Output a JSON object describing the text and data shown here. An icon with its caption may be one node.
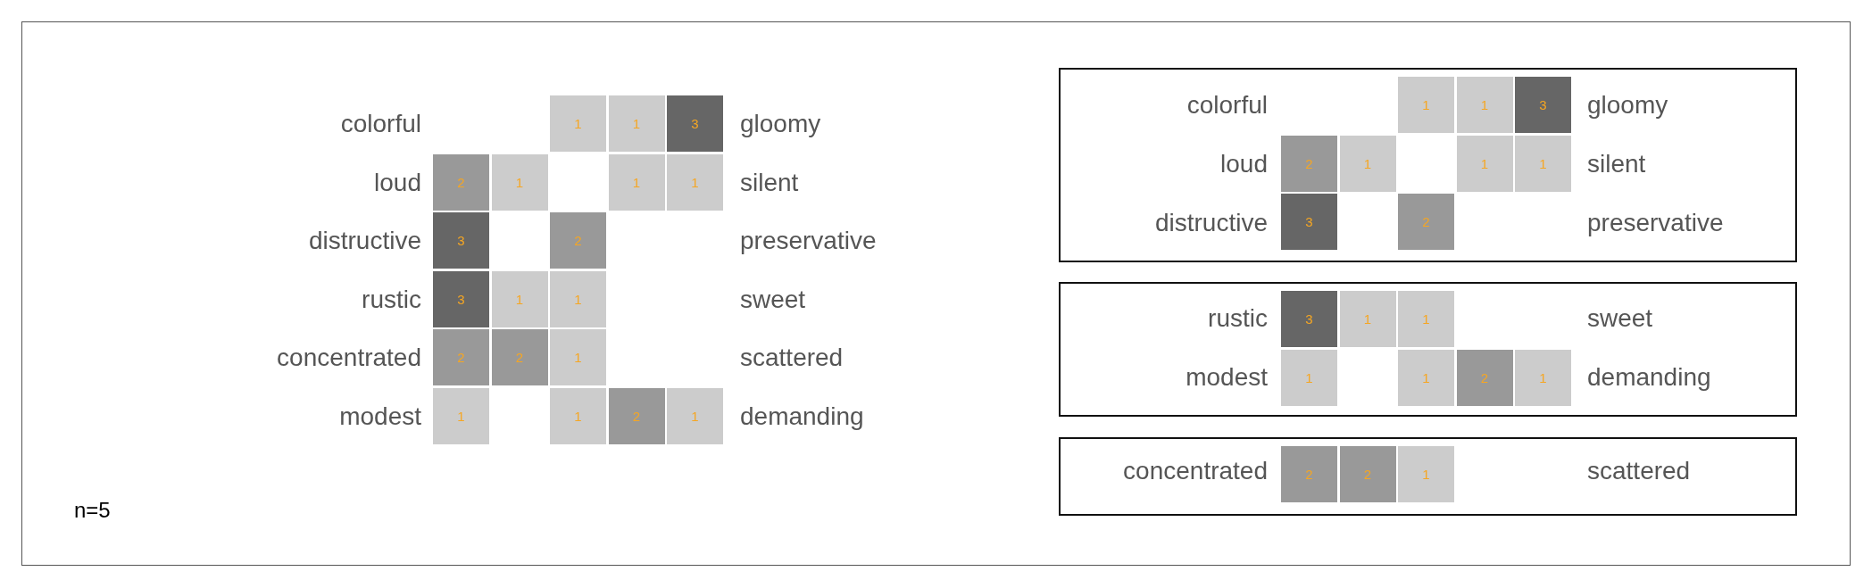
{
  "diagram": {
    "nodes": [
      {
        "text": [
          "1"
        ]
      },
      {
        "text": [
          "1"
        ]
      },
      {
        "text": [
          "3"
        ]
      },
      {
        "text": [
          "2"
        ]
      },
      {
        "text": [
          "1"
        ]
      },
      {
        "text": [
          "1"
        ]
      },
      {
        "text": [
          "1"
        ]
      },
      {
        "text": [
          "3"
        ]
      },
      {
        "text": [
          "2"
        ]
      },
      {
        "text": [
          "3"
        ]
      },
      {
        "text": [
          "1"
        ]
      },
      {
        "text": [
          "1"
        ]
      },
      {
        "text": [
          "2"
        ]
      },
      {
        "text": [
          "2"
        ]
      },
      {
        "text": [
          "1"
        ]
      },
      {
        "text": [
          "1"
        ]
      },
      {
        "text": [
          "1"
        ]
      },
      {
        "text": [
          "2"
        ]
      },
      {
        "text": [
          "1"
        ]
      },
      {
        "text": [],
        "shape": "box"
      },
      {
        "text": [
          "1"
        ],
        "in": 19
      },
      {
        "text": [
          "1"
        ],
        "in": 19
      },
      {
        "text": [
          "3"
        ],
        "in": 19
      },
      {
        "text": [
          "2"
        ],
        "in": 19
      },
      {
        "text": [
          "1"
        ],
        "in": 19
      },
      {
        "text": [
          "1"
        ],
        "in": 19
      },
      {
        "text": [
          "1"
        ],
        "in": 19
      },
      {
        "text": [
          "3"
        ],
        "in": 19
      },
      {
        "text": [
          "2"
        ],
        "in": 19
      },
      {
        "text": [],
        "shape": "box"
      },
      {
        "text": [
          "3"
        ],
        "in": 29
      },
      {
        "text": [
          "1"
        ],
        "in": 29
      },
      {
        "text": [
          "1"
        ],
        "in": 29
      },
      {
        "text": [
          "1"
        ],
        "in": 29
      },
      {
        "text": [
          "1"
        ],
        "in": 29
      },
      {
        "text": [
          "2"
        ],
        "in": 29
      },
      {
        "text": [
          "1"
        ],
        "in": 29
      },
      {
        "text": [],
        "shape": "box"
      },
      {
        "text": [
          "2"
        ],
        "in": 37
      },
      {
        "text": [
          "2"
        ],
        "in": 37
      },
      {
        "text": [
          "1"
        ],
        "in": 37
      }
    ],
    "labels": [
      "colorful",
      "gloomy",
      "loud",
      "silent",
      "distructive",
      "preservative",
      "rustic",
      "sweet",
      "concentrated",
      "scattered",
      "modest",
      "demanding",
      "n=5",
      "colorful",
      "gloomy",
      "loud",
      "silent",
      "distructive",
      "preservative",
      "rustic",
      "sweet",
      "modest",
      "demanding",
      "concentrated",
      "scattered"
    ]
  }
}
